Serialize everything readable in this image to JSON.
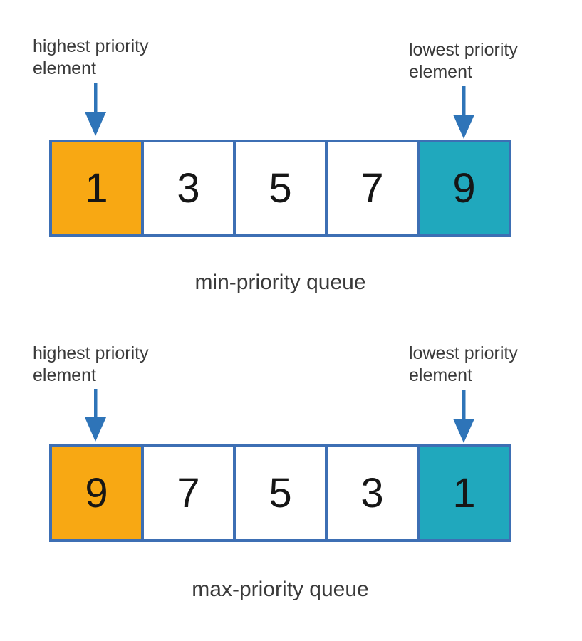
{
  "queues": [
    {
      "caption": "min-priority queue",
      "left_label": {
        "line1": "highest priority",
        "line2": "element"
      },
      "right_label": {
        "line1": "lowest priority",
        "line2": "element"
      },
      "cells": [
        {
          "value": "1",
          "role": "highest"
        },
        {
          "value": "3",
          "role": "middle"
        },
        {
          "value": "5",
          "role": "middle"
        },
        {
          "value": "7",
          "role": "middle"
        },
        {
          "value": "9",
          "role": "lowest"
        }
      ]
    },
    {
      "caption": "max-priority queue",
      "left_label": {
        "line1": "highest priority",
        "line2": "element"
      },
      "right_label": {
        "line1": "lowest priority",
        "line2": "element"
      },
      "cells": [
        {
          "value": "9",
          "role": "highest"
        },
        {
          "value": "7",
          "role": "middle"
        },
        {
          "value": "5",
          "role": "middle"
        },
        {
          "value": "3",
          "role": "middle"
        },
        {
          "value": "1",
          "role": "lowest"
        }
      ]
    }
  ],
  "colors": {
    "highest_cell": "#F8A813",
    "lowest_cell": "#20A8BD",
    "cell_border": "#3D6FB4",
    "arrow": "#2E74B8",
    "label_text": "#3A3A3A",
    "number_text": "#161616"
  }
}
